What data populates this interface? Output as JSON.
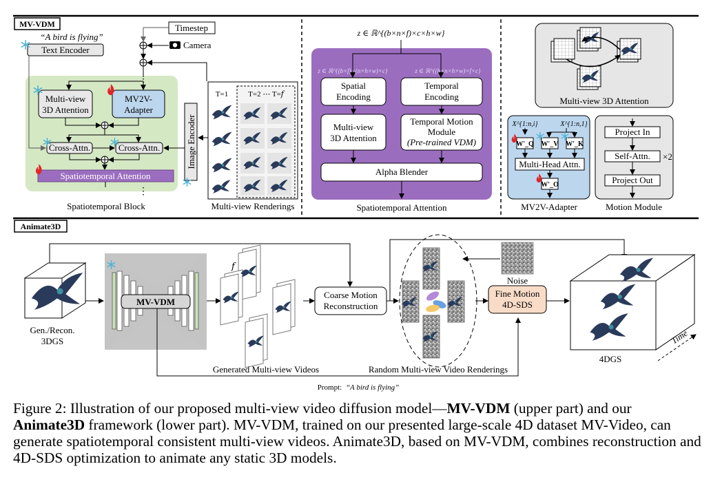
{
  "mvvdm": {
    "section_label": "MV-VDM",
    "prompt_quote": "“A bird is flying”",
    "text_encoder": "Text Encoder",
    "timestep": "Timestep",
    "camera": "Camera",
    "multiview_attn_line1": "Multi-view",
    "multiview_attn_line2": "3D Attention",
    "mv2v_line1": "MV2V-",
    "mv2v_line2": "Adapter",
    "cross_attn_left": "Cross-Attn.",
    "cross_attn_right": "Cross-Attn.",
    "spatiotemporal_attention": "Spatiotemporal Attention",
    "ellipsis_top": "⋮",
    "ellipsis_bottom": "⋮",
    "spatiotemporal_block_caption": "Spatiotemporal Block",
    "image_encoder": "Image Encoder",
    "t1": "T=1",
    "t2": "T=2 ⋯ T=𝑓",
    "multiview_renderings_caption": "Multi-view Renderings"
  },
  "st_attention": {
    "z_formula": "z ∈ ℝ^{(b×n×f)×c×h×w}",
    "z_left": "z ∈ ℝ^{(b×f)×(n×h×w)×c}",
    "z_right": "z ∈ ℝ^{(b×n×h×w)×f×c}",
    "spatial_line1": "Spatial",
    "spatial_line2": "Encoding",
    "temporal_line1": "Temporal",
    "temporal_line2": "Encoding",
    "mv3d_line1": "Multi-view",
    "mv3d_line2": "3D Attention",
    "tmm_line1": "Temporal Motion",
    "tmm_line2": "Module",
    "tmm_line3": "(Pre-trained VDM)",
    "alpha_blender": "Alpha Blender",
    "caption": "Spatiotemporal Attention"
  },
  "right_panel": {
    "mv3d_caption": "Multi-view 3D Attention",
    "x_left": "X^{1:n,i}",
    "x_right": "X^{1:n,1}",
    "wq": "W′_Q",
    "wv": "W′_V",
    "wk": "W′_K",
    "mha": "Multi-Head Attn.",
    "wo": "W′_O",
    "adapter_caption": "MV2V-Adapter",
    "project_in": "Project In",
    "self_attn": "Self-Attn.",
    "times2": "×2",
    "project_out": "Project Out",
    "motion_caption": "Motion Module"
  },
  "animate3d": {
    "section_label": "Animate3D",
    "gen_recon_line1": "Gen./Recon.",
    "gen_recon_line2": "3DGS",
    "mvvdm_label": "MV-VDM",
    "f_label": "𝑓",
    "generated_caption": "Generated Multi-view Videos",
    "coarse_line1": "Coarse Motion",
    "coarse_line2": "Reconstruction",
    "noise": "Noise",
    "fine_line1": "Fine Motion",
    "fine_line2": "4D-SDS",
    "random_caption": "Random Multi-view Video Renderings",
    "fourdgs": "4DGS",
    "time": "Time",
    "prompt_label": "Prompt:",
    "prompt_text": "“A bird is flying”"
  },
  "caption": {
    "p1": "Figure 2: Illustration of our proposed multi-view video diffusion model—",
    "b1": "MV-VDM",
    "p2": " (upper part) and our ",
    "b2": "Animate3D",
    "p3": " framework (lower part). MV-VDM, trained on our presented large-scale 4D dataset MV-Video, can generate spatiotemporal consistent multi-view videos. Animate3D, based on MV-VDM, combines reconstruction and 4D-SDS optimization to animate any static 3D models."
  },
  "colors": {
    "green_block": "#d5e8c4",
    "purple": "#9b6dbf",
    "purple_light": "#b89bd0",
    "blue_light": "#bcd6ee",
    "grey_panel": "#e6e6e6",
    "peach": "#f9dcc8",
    "red_fire": "#e0262a",
    "snow": "#4cb3d4"
  }
}
